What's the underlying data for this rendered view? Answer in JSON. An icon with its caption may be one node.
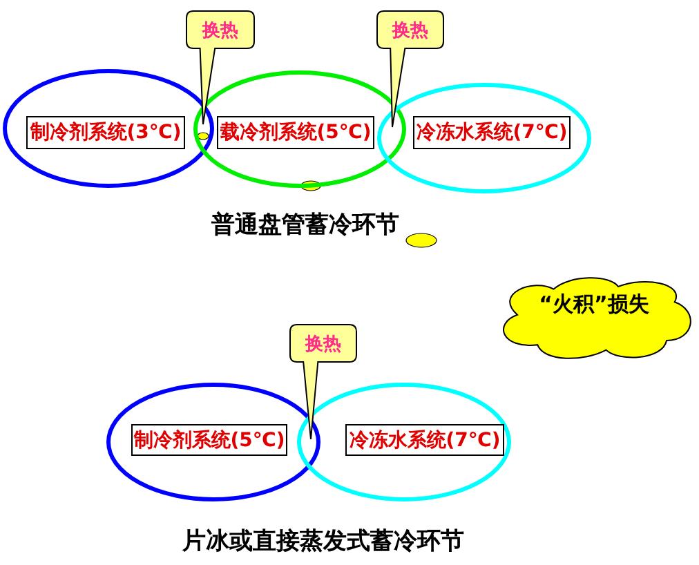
{
  "diagram": {
    "nodes": [
      {
        "text": [
          "换热"
        ]
      },
      {
        "text": [
          "换热"
        ]
      },
      {
        "text": [],
        "shape": "ellipse"
      },
      {
        "text": [
          "制冷剂系统(3℃)"
        ],
        "in": 2
      },
      {
        "text": [],
        "shape": "ellipse"
      },
      {
        "text": [
          "载冷剂系统(5℃)"
        ],
        "in": 4
      },
      {
        "text": [],
        "shape": "ellipse"
      },
      {
        "text": [
          "冷冻水系统(7℃)"
        ],
        "in": 6
      },
      {
        "text": [
          "“火积”损失"
        ]
      },
      {
        "text": [
          "换热"
        ]
      },
      {
        "text": [],
        "shape": "ellipse"
      },
      {
        "text": [
          "制冷剂系统(5℃)"
        ],
        "in": 10
      },
      {
        "text": [],
        "shape": "ellipse"
      },
      {
        "text": [
          "冷冻水系统(7℃)"
        ],
        "in": 12
      }
    ],
    "labels": [
      "普通盘管蓄冷环节",
      "片冰或直接蒸发式蓄冷环节"
    ]
  }
}
